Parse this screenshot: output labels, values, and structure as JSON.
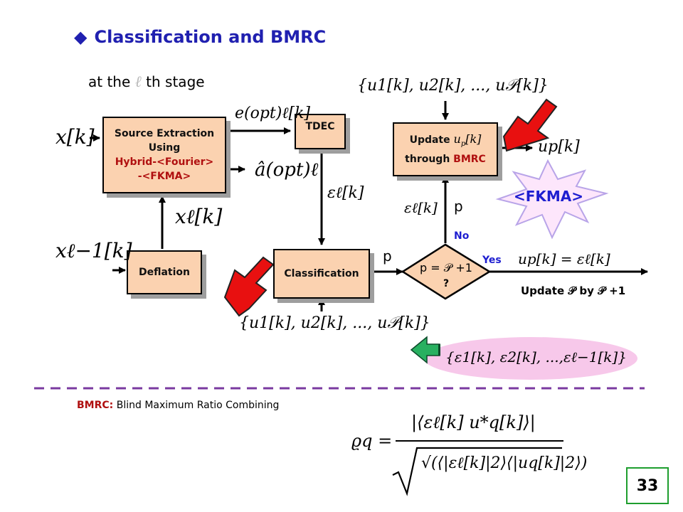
{
  "title": "Classification and BMRC",
  "stage_label_pre": "at the",
  "stage_label_sym": "ℓ",
  "stage_label_post": "th stage",
  "boxes": {
    "source_extraction": {
      "line1": "Source Extraction",
      "line2": "Using",
      "line3": "Hybrid-<Fourier>",
      "line4": "-<FKMA>"
    },
    "tdec": "TDEC",
    "update": {
      "line1": "Update",
      "line1_sym": "u",
      "line1_sub": "p",
      "line1_arg": "[k]",
      "line2_pre": "through",
      "line2_accent": "BMRC"
    },
    "deflation": "Deflation",
    "classification": "Classification",
    "decision": {
      "line1": "p = 𝒫 +1",
      "line2": "?"
    }
  },
  "labels": {
    "x_k": "x[k]",
    "e_opt": "e(opt)ℓ[k]",
    "a_opt": "â(opt)ℓ",
    "x_l": "xℓ[k]",
    "x_l_minus1": "xℓ−1[k]",
    "eps_l_tdec": "εℓ[k]",
    "eps_l_update": "εℓ[k]",
    "p_top": "p",
    "p_left": "p",
    "no": "No",
    "yes": "Yes",
    "up_out": "up[k]",
    "up_eq": "up[k] = εℓ[k]",
    "update_p_by": "Update 𝒫 by 𝒫 +1",
    "set_top": "{u1[k], u2[k], ..., u𝒫[k]}",
    "set_bottom": "{u1[k], u2[k], ..., u𝒫[k]}",
    "eps_set": "{ε1[k], ε2[k], ...,εℓ−1[k]}",
    "fkma_burst": "<FKMA>"
  },
  "footer": {
    "bmrc_term": "BMRC:",
    "bmrc_def": "Blind Maximum Ratio Combining",
    "formula_lhs": "ϱq =",
    "formula_num": "|⟨εℓ[k] u*q[k]⟩|",
    "formula_den": "√(⟨|εℓ[k]|2⟩⟨|uq[k]|2⟩)"
  },
  "page_number": "33",
  "colors": {
    "title": "#2020b0",
    "box_fill": "#fbd2b0",
    "accent_red": "#b01010",
    "accent_blue": "#1e1ed0",
    "arrow_red": "#e81010",
    "arrow_green": "#28b060",
    "ellipse_pink": "#f7c8ea",
    "dash_purple": "#7a3aa0",
    "page_border": "#1e9e2e"
  }
}
